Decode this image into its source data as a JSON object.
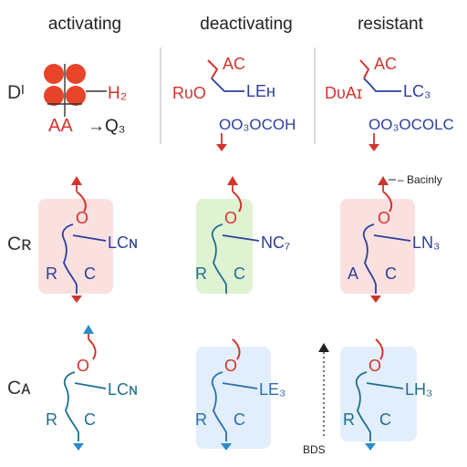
{
  "columns": {
    "activating": "activating",
    "deactivating": "deactivating",
    "resistant": "resistant"
  },
  "rows": {
    "d": "Dᴵ",
    "cr": "Cʀ",
    "ca": "Cᴀ"
  },
  "row_d": {
    "activating": {
      "h_label": "H₂",
      "aa_label": "AA",
      "q_label": "→Q₃"
    },
    "deactivating": {
      "ac_label": "AC",
      "ro_label": "RᴜO",
      "le_label": "LEʜ",
      "chain_label": "OO₃OCOH"
    },
    "resistant": {
      "ac_label": "AC",
      "da_label": "DᴜAɪ",
      "lc_label": "LC₃",
      "chain_label": "OO₃OCOLC"
    }
  },
  "row_cr": {
    "activating": {
      "o": "O",
      "lc": "LCɴ",
      "r": "R",
      "c": "C"
    },
    "deactivating": {
      "o": "O",
      "nc": "NC₇",
      "r": "R",
      "c": "C"
    },
    "resistant": {
      "o": "O",
      "ln": "LN₃",
      "a": "A",
      "c": "C",
      "note": "– Bacinly"
    }
  },
  "row_ca": {
    "activating": {
      "o": "O",
      "lc": "LCɴ",
      "r": "R",
      "c": "C"
    },
    "deactivating": {
      "o": "O",
      "le": "LE₃",
      "r": "R",
      "c": "C"
    },
    "resistant": {
      "o": "O",
      "lh": "LH₃",
      "r": "R",
      "c": "C",
      "bds": "BDS"
    }
  },
  "colors": {
    "red": "#d2342c",
    "navy": "#2c3f9a",
    "teal": "#1f6f8e",
    "blue": "#2a8cc8",
    "pink_panel": "#fbe0e0",
    "green_panel": "#dff3d3",
    "blue_panel": "#e2eefb",
    "dot": "#e8442a"
  }
}
